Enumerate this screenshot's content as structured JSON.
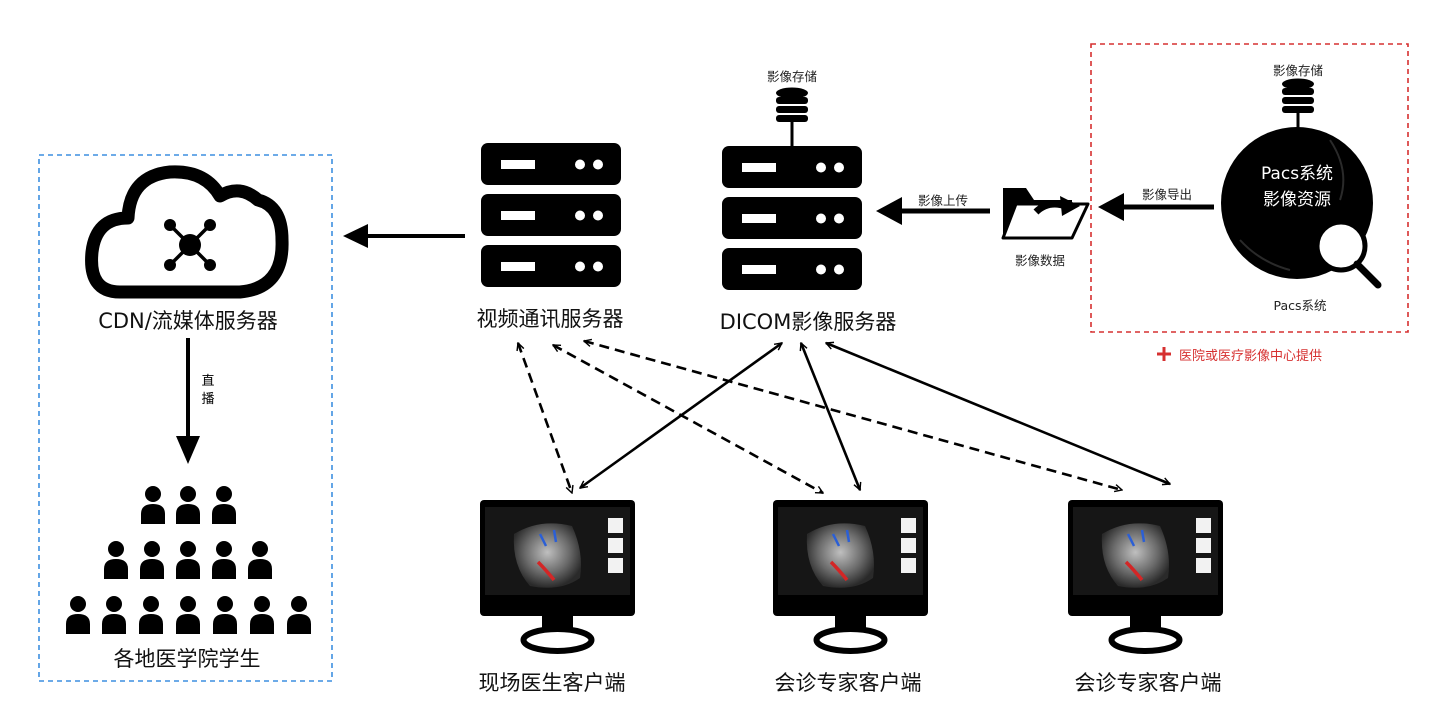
{
  "streaming_zone": {
    "cdn_label": "CDN/流媒体服务器",
    "live_label": "直播",
    "students_label": "各地医学院学生"
  },
  "servers": {
    "video_server_label": "视频通讯服务器",
    "dicom_server_label": "DICOM影像服务器",
    "storage_label": "影像存储"
  },
  "flow": {
    "upload_label": "影像上传",
    "data_label": "影像数据",
    "export_label": "影像导出"
  },
  "pacs_zone": {
    "storage_label": "影像存储",
    "globe_line1": "Pacs系统",
    "globe_line2": "影像资源",
    "system_label": "Pacs系统",
    "provider_note": "医院或医疗影像中心提供",
    "provider_mark": "+"
  },
  "clients": [
    {
      "label": "现场医生客户端"
    },
    {
      "label": "会诊专家客户端"
    },
    {
      "label": "会诊专家客户端"
    }
  ],
  "colors": {
    "blue_border": "#3d8fe0",
    "red_border": "#d63030",
    "ink": "#000000"
  }
}
